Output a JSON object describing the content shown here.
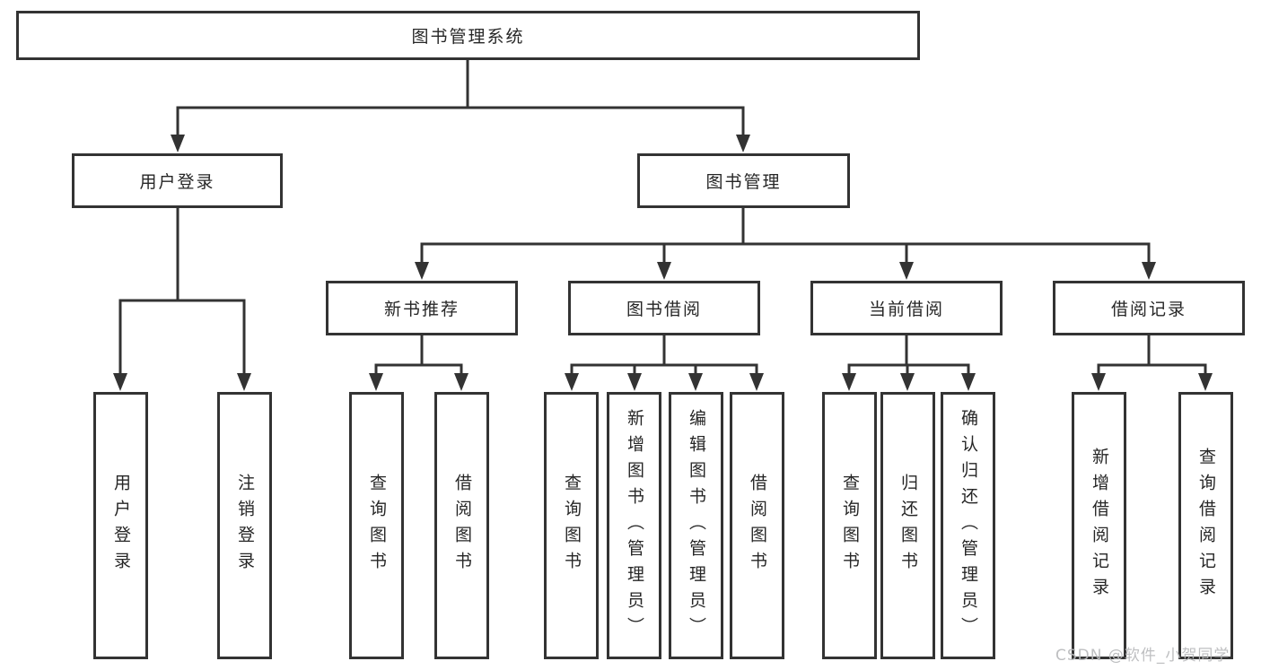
{
  "nodes": {
    "root": "图书管理系统",
    "level2": [
      "用户登录",
      "图书管理"
    ],
    "level3": [
      "新书推荐",
      "图书借阅",
      "当前借阅",
      "借阅记录"
    ],
    "leaves": [
      "用户登录",
      "注销登录",
      "查询图书",
      "借阅图书",
      "查询图书",
      "新增图书（管理员）",
      "编辑图书（管理员）",
      "借阅图书",
      "查询图书",
      "归还图书",
      "确认归还（管理员）",
      "新增借阅记录",
      "查询借阅记录"
    ]
  },
  "colors": {
    "line": "#333333",
    "text": "#262626",
    "watermark": "#b9babc",
    "background": "#ffffff"
  },
  "watermark": "CSDN @软件_小贺同学"
}
